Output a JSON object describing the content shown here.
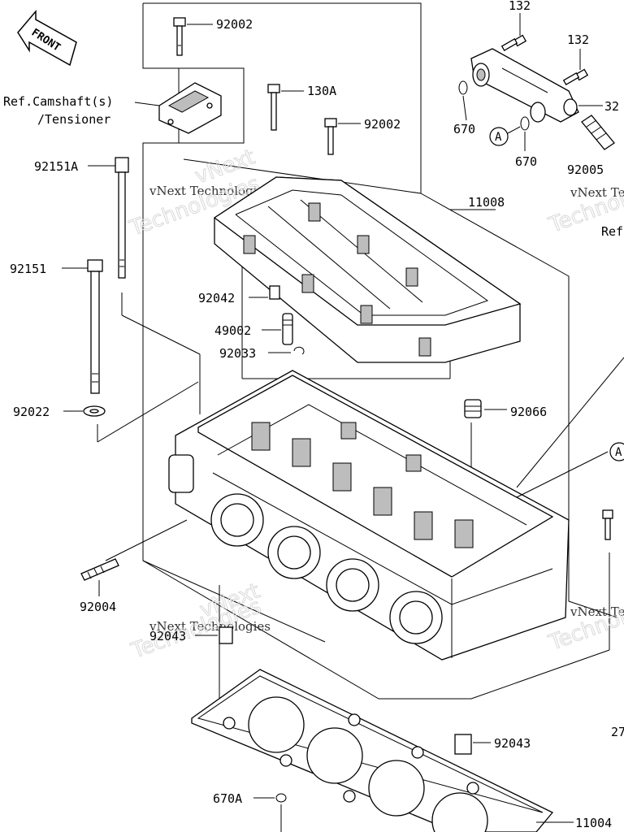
{
  "diagram": {
    "front_arrow": "FRONT",
    "ref_camshaft": {
      "line1": "Ref.Camshaft(s)",
      "line2": "/Tensioner"
    },
    "ref_right": "Ref",
    "callout_a": "A",
    "watermark": {
      "small": "vNext Technologies",
      "big1": "vNext",
      "big2": "Technologies"
    },
    "labels": {
      "p132_top": "132",
      "p132_mid": "132",
      "p32": "32",
      "p670_a": "670",
      "p670_b": "670",
      "p92005": "92005",
      "p92002_top": "92002",
      "p130a": "130A",
      "p92002_mid": "92002",
      "p92151a": "92151A",
      "p11008": "11008",
      "p92151": "92151",
      "p92042": "92042",
      "p49002": "49002",
      "p92033": "92033",
      "p92022": "92022",
      "p92066": "92066",
      "p92004": "92004",
      "p92043_left": "92043",
      "p92043_right": "92043",
      "p670a": "670A",
      "p11004": "11004",
      "p27": "27"
    }
  }
}
